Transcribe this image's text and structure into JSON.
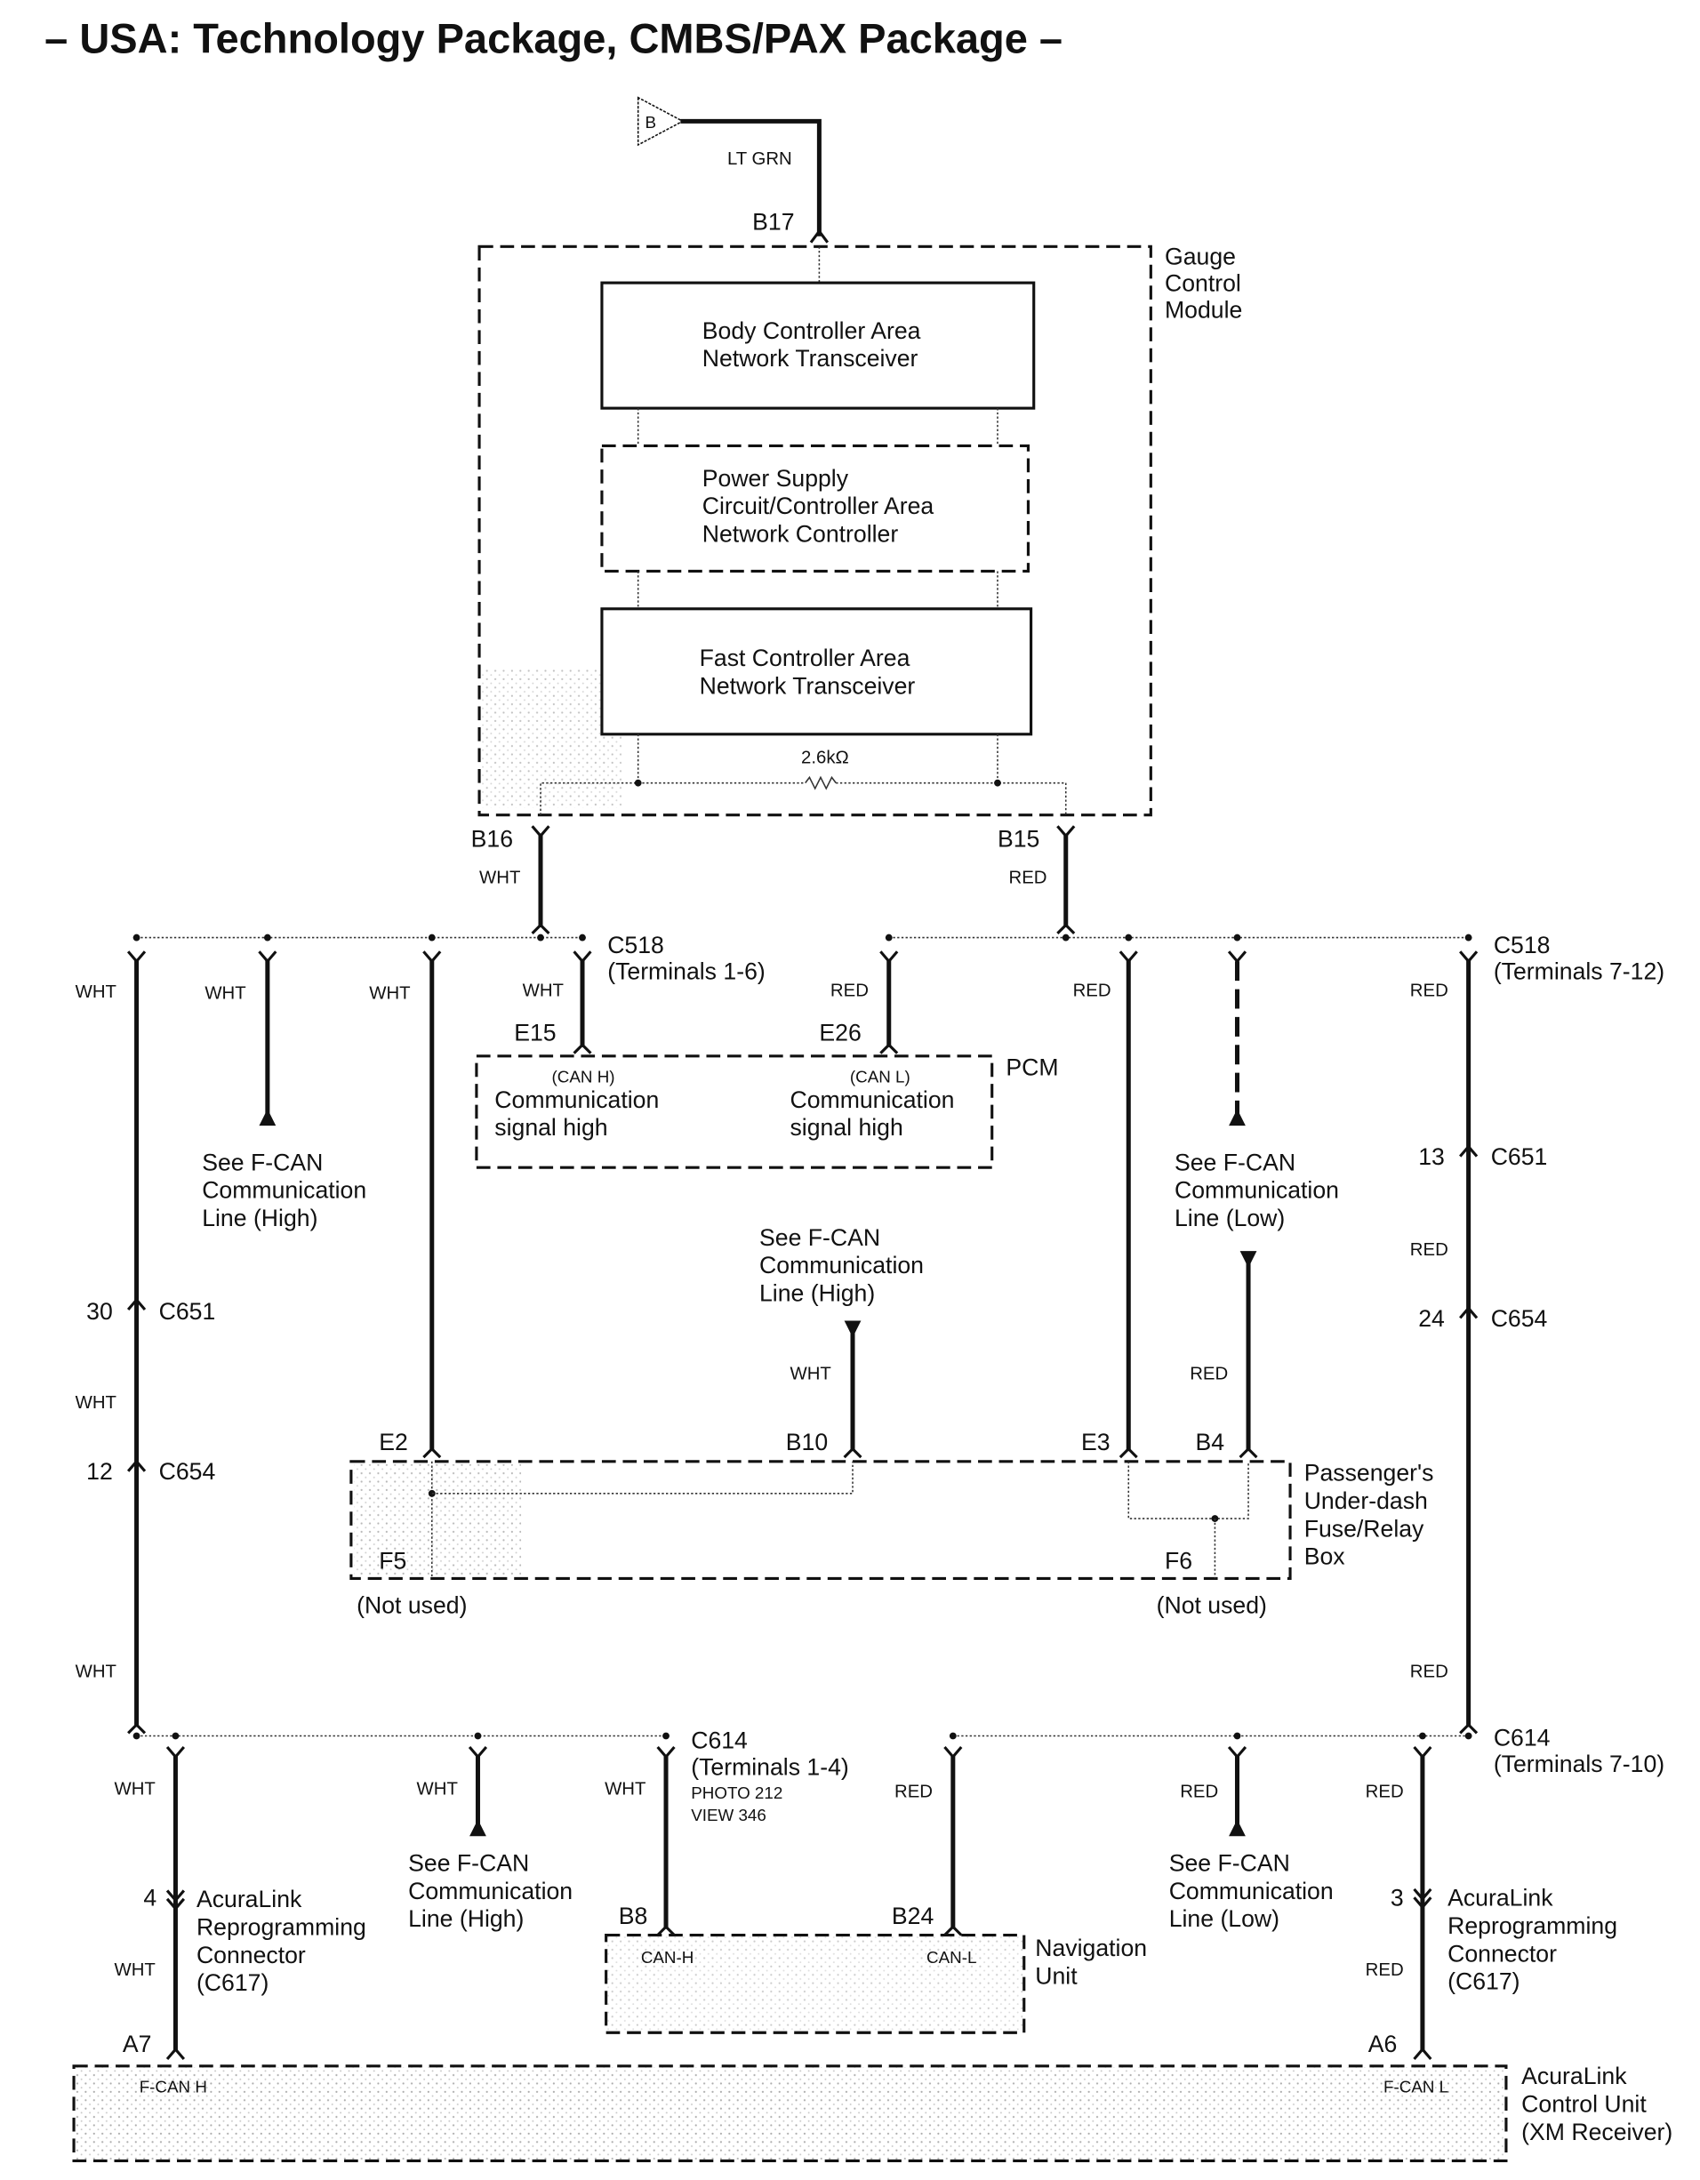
{
  "title": "– USA: Technology Package, CMBS/PAX Package –",
  "source": {
    "label": "B",
    "wire_color": "LT GRN",
    "terminal": "B17"
  },
  "gauge_module": {
    "name": [
      "Gauge",
      "Control",
      "Module"
    ],
    "blocks": [
      [
        "Body Controller Area",
        "Network Transceiver"
      ],
      [
        "Power Supply",
        "Circuit/Controller Area",
        "Network Controller"
      ],
      [
        "Fast Controller Area",
        "Network Transceiver"
      ]
    ],
    "resistor": "2.6kΩ",
    "terminal_left": "B16",
    "terminal_right": "B15",
    "wire_left": "WHT",
    "wire_right": "RED"
  },
  "c518_left": {
    "name": "C518",
    "terminals": "(Terminals 1-6)"
  },
  "c518_right": {
    "name": "C518",
    "terminals": "(Terminals 7-12)"
  },
  "pcm": {
    "name": "PCM",
    "terminal_h": "E15",
    "terminal_l": "E26",
    "label_h_tag": "(CAN H)",
    "label_h": [
      "Communication",
      "signal high"
    ],
    "label_l_tag": "(CAN L)",
    "label_l": [
      "Communication",
      "signal high"
    ]
  },
  "wire_labels": {
    "wht": "WHT",
    "red": "RED"
  },
  "see_fcan_high": [
    "See F-CAN",
    "Communication",
    "Line (High)"
  ],
  "see_fcan_low": [
    "See F-CAN",
    "Communication",
    "Line (Low)"
  ],
  "c651_left": {
    "pin": "30",
    "name": "C651"
  },
  "c654_left": {
    "pin": "12",
    "name": "C654"
  },
  "c651_right": {
    "pin": "13",
    "name": "C651"
  },
  "c654_right": {
    "pin": "24",
    "name": "C654"
  },
  "fuse_box": {
    "name": [
      "Passenger's",
      "Under-dash",
      "Fuse/Relay",
      "Box"
    ],
    "terminals": {
      "e2": "E2",
      "b10": "B10",
      "e3": "E3",
      "b4": "B4",
      "f5": "F5",
      "f6": "F6"
    },
    "not_used": "(Not used)"
  },
  "c614_left": {
    "name": "C614",
    "terminals": "(Terminals 1-4)",
    "photo": "PHOTO 212",
    "view": "VIEW 346"
  },
  "c614_right": {
    "name": "C614",
    "terminals": "(Terminals 7-10)"
  },
  "reprog_left": {
    "pin": "4",
    "name": [
      "AcuraLink",
      "Reprogramming",
      "Connector",
      "(C617)"
    ]
  },
  "reprog_right": {
    "pin": "3",
    "name": [
      "AcuraLink",
      "Reprogramming",
      "Connector",
      "(C617)"
    ]
  },
  "nav_unit": {
    "name": [
      "Navigation",
      "Unit"
    ],
    "terminal_h": "B8",
    "terminal_l": "B24",
    "can_h": "CAN-H",
    "can_l": "CAN-L"
  },
  "acuralink_unit": {
    "name": [
      "AcuraLink",
      "Control Unit",
      "(XM Receiver)"
    ],
    "terminal_h": "A7",
    "terminal_l": "A6",
    "can_h": "F-CAN H",
    "can_l": "F-CAN L"
  }
}
